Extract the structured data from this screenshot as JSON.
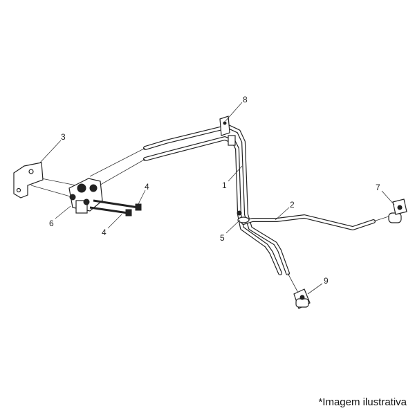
{
  "callouts": {
    "c1": "1",
    "c2": "2",
    "c3": "3",
    "c4a": "4",
    "c4b": "4",
    "c5": "5",
    "c6": "6",
    "c7": "7",
    "c8": "8",
    "c9": "9"
  },
  "caption": "*Imagem ilustrativa"
}
